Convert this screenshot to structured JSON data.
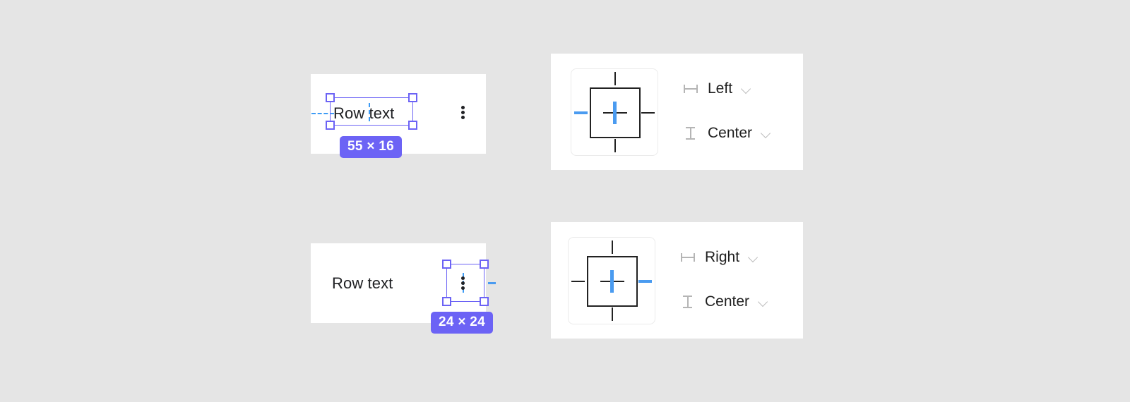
{
  "canvas": {
    "background": "#e5e5e5",
    "accent_blue": "#4a9bf0",
    "selection_purple": "#6c63f5",
    "text_color": "#202124"
  },
  "rows": [
    {
      "id": "row-top",
      "label": "Row text",
      "menu_icon": "kebab-menu-icon",
      "selection": {
        "target": "row-text-layer",
        "badge": "55 × 16"
      },
      "guide": "baseline-guide"
    },
    {
      "id": "row-bottom",
      "label": "Row text",
      "menu_icon": "kebab-menu-icon",
      "selection": {
        "target": "kebab-menu-layer",
        "badge": "24 × 24"
      },
      "guide": "center-guide"
    }
  ],
  "panels": [
    {
      "id": "panel-top",
      "constraints_widget": {
        "name": "constraints-widget",
        "horizontal_active": "left",
        "vertical_active": "center"
      },
      "fields": [
        {
          "icon": "width-constraint-icon",
          "label": "Left",
          "chevron": "chevron-down-icon"
        },
        {
          "icon": "height-constraint-icon",
          "label": "Center",
          "chevron": "chevron-down-icon"
        }
      ]
    },
    {
      "id": "panel-bottom",
      "constraints_widget": {
        "name": "constraints-widget",
        "horizontal_active": "right",
        "vertical_active": "center"
      },
      "fields": [
        {
          "icon": "width-constraint-icon",
          "label": "Right",
          "chevron": "chevron-down-icon"
        },
        {
          "icon": "height-constraint-icon",
          "label": "Center",
          "chevron": "chevron-down-icon"
        }
      ]
    }
  ]
}
